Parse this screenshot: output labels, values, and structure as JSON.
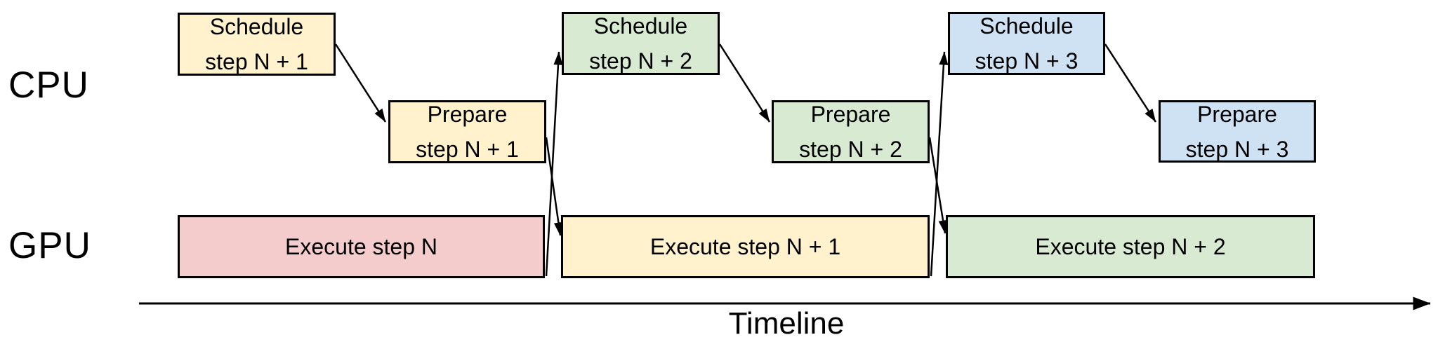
{
  "palette": {
    "step_n1_yellow": "#FFF2CC",
    "step_n2_green": "#D9EAD3",
    "step_n3_blue": "#CFE2F3",
    "step_n_red": "#F4CCCC",
    "line_black": "#000000",
    "text_black": "#000000",
    "background": "#FFFFFF"
  },
  "rows": {
    "cpu_label": "CPU",
    "gpu_label": "GPU"
  },
  "cpu_tasks": [
    {
      "line1": "Schedule",
      "line2": "step N + 1",
      "fill": "#FFF2CC"
    },
    {
      "line1": "Prepare",
      "line2": "step N + 1",
      "fill": "#FFF2CC"
    },
    {
      "line1": "Schedule",
      "line2": "step N + 2",
      "fill": "#D9EAD3"
    },
    {
      "line1": "Prepare",
      "line2": "step N + 2",
      "fill": "#D9EAD3"
    },
    {
      "line1": "Schedule",
      "line2": "step N + 3",
      "fill": "#CFE2F3"
    },
    {
      "line1": "Prepare",
      "line2": "step N + 3",
      "fill": "#CFE2F3"
    }
  ],
  "gpu_tasks": [
    {
      "label": "Execute step N",
      "fill": "#F4CCCC"
    },
    {
      "label": "Execute step N + 1",
      "fill": "#FFF2CC"
    },
    {
      "label": "Execute step N + 2",
      "fill": "#D9EAD3"
    }
  ],
  "timeline": {
    "label": "Timeline"
  }
}
